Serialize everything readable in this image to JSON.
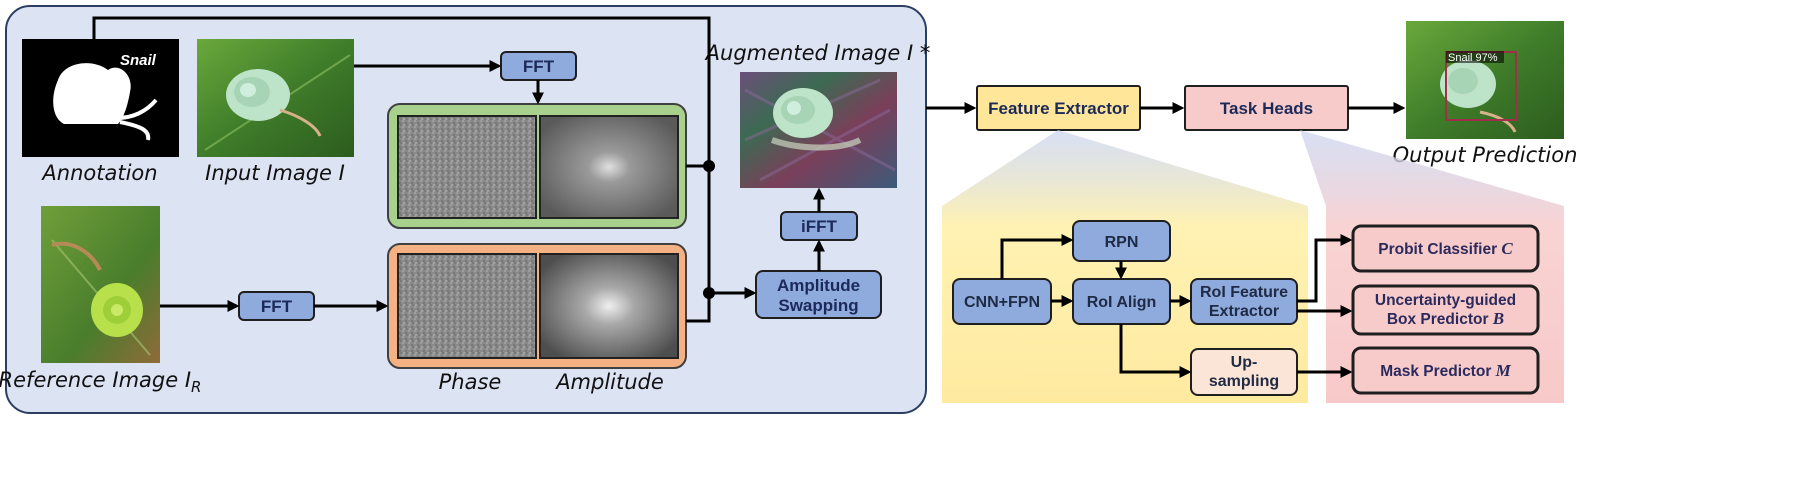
{
  "labels": {
    "annotation_class": "Snail",
    "annotation": "Annotation",
    "input_image": "Input Image I",
    "reference_image": "Reference Image I",
    "reference_subscript": "R",
    "augmented_image": "Augmented Image I *",
    "output_prediction": "Output Prediction",
    "detection_tag": "Snail 97%",
    "phase": "Phase",
    "amplitude": "Amplitude"
  },
  "blocks": {
    "fft_top": "FFT",
    "fft_bottom": "FFT",
    "ifft": "iFFT",
    "amplitude_swapping": [
      "Amplitude",
      "Swapping"
    ],
    "feature_extractor": "Feature Extractor",
    "task_heads": "Task Heads",
    "cnn_fpn": "CNN+FPN",
    "rpn": "RPN",
    "roi_align": "RoI Align",
    "roi_feature_extractor": [
      "RoI Feature",
      "Extractor"
    ],
    "upsampling": [
      "Up-",
      "sampling"
    ]
  },
  "heads": {
    "probit": {
      "text": "Probit Classifier ",
      "symbol": "C"
    },
    "box": {
      "line1": "Uncertainty-guided",
      "text": "Box Predictor ",
      "symbol": "B"
    },
    "mask": {
      "text": "Mask Predictor ",
      "symbol": "M"
    }
  },
  "colors": {
    "panel_bg": "#dce3f2",
    "panel_border": "#2c3e63",
    "block_blue": "#8faadc",
    "feature_yellow": "#ffe699",
    "task_pink": "#f8cbcb",
    "phase_green": "#a9d18e",
    "amp_orange": "#f4b183",
    "detail_yellow": "#fff2b3",
    "detail_pink": "#f9d3d3",
    "upsampling_fill": "#fbe5d6"
  },
  "icons": [
    "snail-mask-image",
    "snail-photo",
    "spectrum-image",
    "arrow-icon"
  ]
}
